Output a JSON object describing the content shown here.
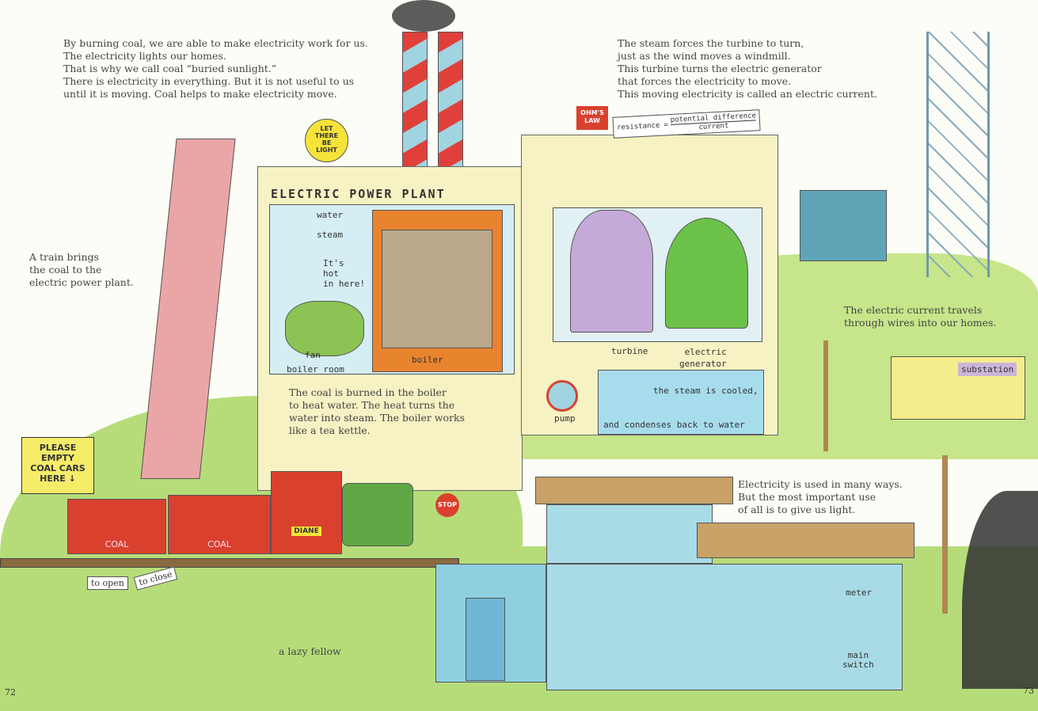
{
  "left_page": {
    "page_number": "72",
    "intro_text": "By burning coal, we are able to make electricity work for us.\nThe electricity lights our homes.\nThat is why we call coal “buried sunlight.”\nThere is electricity in everything. But it is not useful to us\nuntil it is moving. Coal helps to make electricity move.",
    "train_text": "A train brings\nthe coal to the\nelectric power plant.",
    "sign": "PLEASE\nEMPTY\nCOAL CARS\nHERE ↓",
    "bulb_sign": "LET\nTHERE\nBE\nLIGHT",
    "plant_title": "ELECTRIC POWER PLANT",
    "legend_water": "water",
    "legend_steam": "steam",
    "bear_speech": "It's\nhot\nin here!",
    "fan_label": "fan",
    "boiler_room_label": "boiler room",
    "boiler_label": "boiler",
    "boiler_text": "The coal is burned in the boiler\nto heat water. The heat turns the\nwater into steam. The boiler works\nlike a tea kettle.",
    "coal_car_1": "COAL",
    "coal_car_2": "COAL",
    "engine_name": "DIANE",
    "stop_sign": "STOP",
    "lever_open": "to open",
    "lever_close": "to close",
    "lazy_label": "a lazy fellow"
  },
  "right_page": {
    "page_number": "73",
    "turbine_text": "The steam forces the turbine to turn,\njust as the wind moves a windmill.\nThis turbine turns the electric generator\nthat forces the electricity to move.\nThis moving electricity is called an electric current.",
    "ohms_law": "OHM'S\nLAW",
    "formula_left": "resistance =",
    "formula_num": "potential difference",
    "formula_den": "current",
    "turbine_label": "turbine",
    "generator_label": "electric\ngenerator",
    "pump_label": "pump",
    "cooled_label": "the steam is cooled,",
    "condense_label": "and condenses back to water",
    "wires_text": "The electric current travels\nthrough wires into our homes.",
    "substation_label": "substation",
    "light_text": "Electricity is used in many ways.\nBut the most important use\nof all is to give us light.",
    "meter_label": "meter",
    "switch_label": "main\nswitch"
  },
  "colors": {
    "plant_wall": "#f7f2c4",
    "grass": "#a8d86a",
    "boiler": "#e8832e",
    "chimney_red": "#e0403a",
    "chimney_blue": "#9fd4e0",
    "train_red": "#d9412e",
    "house_roof": "#c9a267",
    "house_wall": "#a8dbe6"
  }
}
